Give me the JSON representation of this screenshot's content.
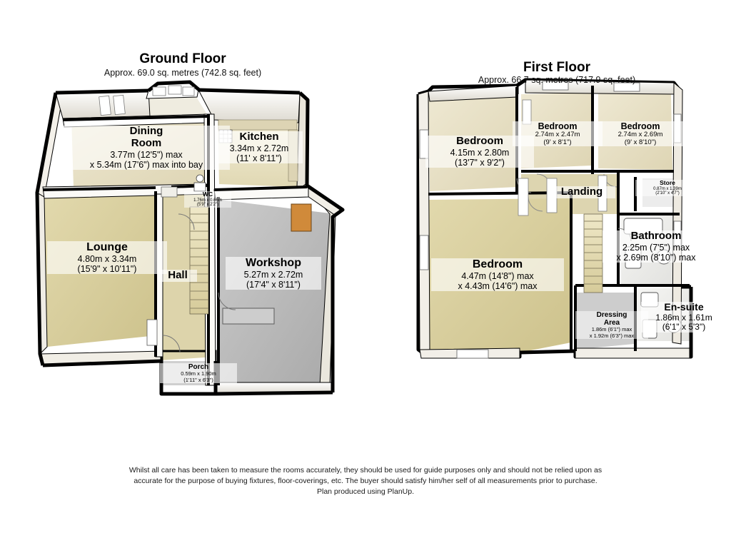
{
  "document": {
    "type": "floor-plan",
    "footer_lines": [
      "Whilst all care has been taken to measure the rooms accurately, they should be used for guide purposes only and should not be relied upon as",
      "accurate for the purpose of buying fixtures, floor-coverings, etc. The buyer should satisfy him/her self of all measurements prior to purchase.",
      "Plan produced using PlanUp."
    ]
  },
  "colors": {
    "wall_dark": "#0d0d0d",
    "wall_face": "#f2f0ea",
    "wall_side": "#d8d5cd",
    "floor_carpet": "#d9cf9f",
    "floor_cream": "#e4ddc4",
    "floor_grey": "#b9b9b9",
    "floor_kitchen": "#efe6c9",
    "floor_white": "#efefef",
    "text": "#000000",
    "page_bg": "#ffffff"
  },
  "ground_floor": {
    "title": "Ground Floor",
    "subtitle": "Approx. 69.0 sq. metres (742.8 sq. feet)",
    "rooms": [
      {
        "id": "dining-room",
        "name": "Dining\nRoom",
        "name_lines": [
          "Dining",
          "Room"
        ],
        "dims": [
          "3.77m (12'5\") max",
          "x 5.34m (17'6\") max into bay"
        ]
      },
      {
        "id": "kitchen",
        "name": "Kitchen",
        "name_lines": [
          "Kitchen"
        ],
        "dims": [
          "3.34m x 2.72m",
          "(11' x 8'11\")"
        ]
      },
      {
        "id": "wc",
        "name": "WC",
        "name_lines": [
          "WC"
        ],
        "dims": [
          "1.76m x 0.65m",
          "(5'9\" x 2'2\")"
        ]
      },
      {
        "id": "lounge",
        "name": "Lounge",
        "name_lines": [
          "Lounge"
        ],
        "dims": [
          "4.80m x 3.34m",
          "(15'9\" x 10'11\")"
        ]
      },
      {
        "id": "hall",
        "name": "Hall",
        "name_lines": [
          "Hall"
        ],
        "dims": []
      },
      {
        "id": "workshop",
        "name": "Workshop",
        "name_lines": [
          "Workshop"
        ],
        "dims": [
          "5.27m x 2.72m",
          "(17'4\" x 8'11\")"
        ]
      },
      {
        "id": "porch",
        "name": "Porch",
        "name_lines": [
          "Porch"
        ],
        "dims": [
          "0.59m x 1.90m",
          "(1'11\" x 6'3\")"
        ]
      }
    ]
  },
  "first_floor": {
    "title": "First Floor",
    "subtitle": "Approx. 66.7 sq. metres (717.9 sq. feet)",
    "rooms": [
      {
        "id": "bedroom-left",
        "name": "Bedroom",
        "name_lines": [
          "Bedroom"
        ],
        "dims": [
          "4.15m x 2.80m",
          "(13'7\" x 9'2\")"
        ]
      },
      {
        "id": "bedroom-top-middle",
        "name": "Bedroom",
        "name_lines": [
          "Bedroom"
        ],
        "dims": [
          "2.74m x 2.47m",
          "(9' x 8'1\")"
        ]
      },
      {
        "id": "bedroom-top-right",
        "name": "Bedroom",
        "name_lines": [
          "Bedroom"
        ],
        "dims": [
          "2.74m x 2.69m",
          "(9' x 8'10\")"
        ]
      },
      {
        "id": "landing",
        "name": "Landing",
        "name_lines": [
          "Landing"
        ],
        "dims": []
      },
      {
        "id": "store",
        "name": "Store",
        "name_lines": [
          "Store"
        ],
        "dims": [
          "0.87m x 1.39m",
          "(2'10\" x 4'7\")"
        ]
      },
      {
        "id": "bathroom",
        "name": "Bathroom",
        "name_lines": [
          "Bathroom"
        ],
        "dims": [
          "2.25m (7'5\") max",
          "x 2.69m (8'10\") max"
        ]
      },
      {
        "id": "bedroom-main",
        "name": "Bedroom",
        "name_lines": [
          "Bedroom"
        ],
        "dims": [
          "4.47m (14'8\") max",
          "x 4.43m (14'6\") max"
        ]
      },
      {
        "id": "dressing-area",
        "name": "Dressing\nArea",
        "name_lines": [
          "Dressing",
          "Area"
        ],
        "dims": [
          "1.86m (6'1\") max",
          "x 1.92m (6'3\") max"
        ]
      },
      {
        "id": "en-suite",
        "name": "En-suite",
        "name_lines": [
          "En-suite"
        ],
        "dims": [
          "1.86m x 1.61m",
          "(6'1\" x 5'3\")"
        ]
      }
    ]
  }
}
